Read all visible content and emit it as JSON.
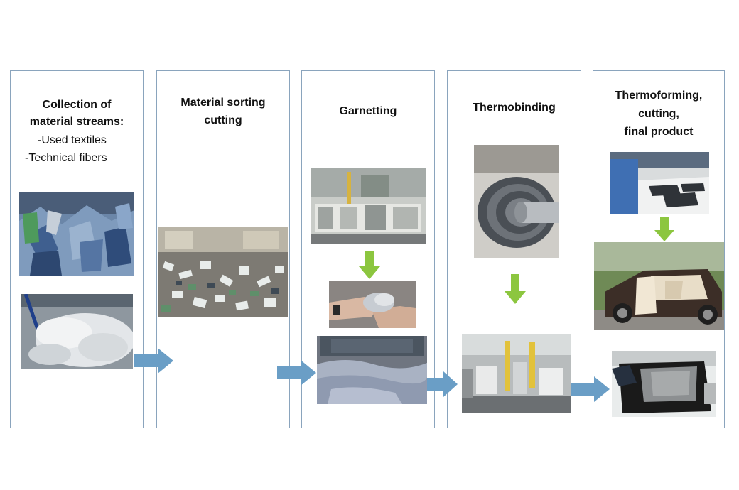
{
  "panels": [
    {
      "title_lines": [
        "Collection of",
        "material streams:"
      ],
      "sub_lines": [
        "-Used textiles",
        "-Technical fibers"
      ]
    },
    {
      "title_lines": [
        "Material sorting",
        "cutting"
      ]
    },
    {
      "title_lines": [
        "Garnetting"
      ]
    },
    {
      "title_lines": [
        "Thermobinding"
      ]
    },
    {
      "title_lines": [
        "Thermoforming,",
        "cutting,",
        "final product"
      ]
    }
  ],
  "colors": {
    "panel_border": "#8aa4bd",
    "flow_arrow": "#6a9ec6",
    "down_arrow": "#8cc63f"
  },
  "icons": {
    "flow": "right-arrow-icon",
    "step": "down-arrow-icon"
  }
}
